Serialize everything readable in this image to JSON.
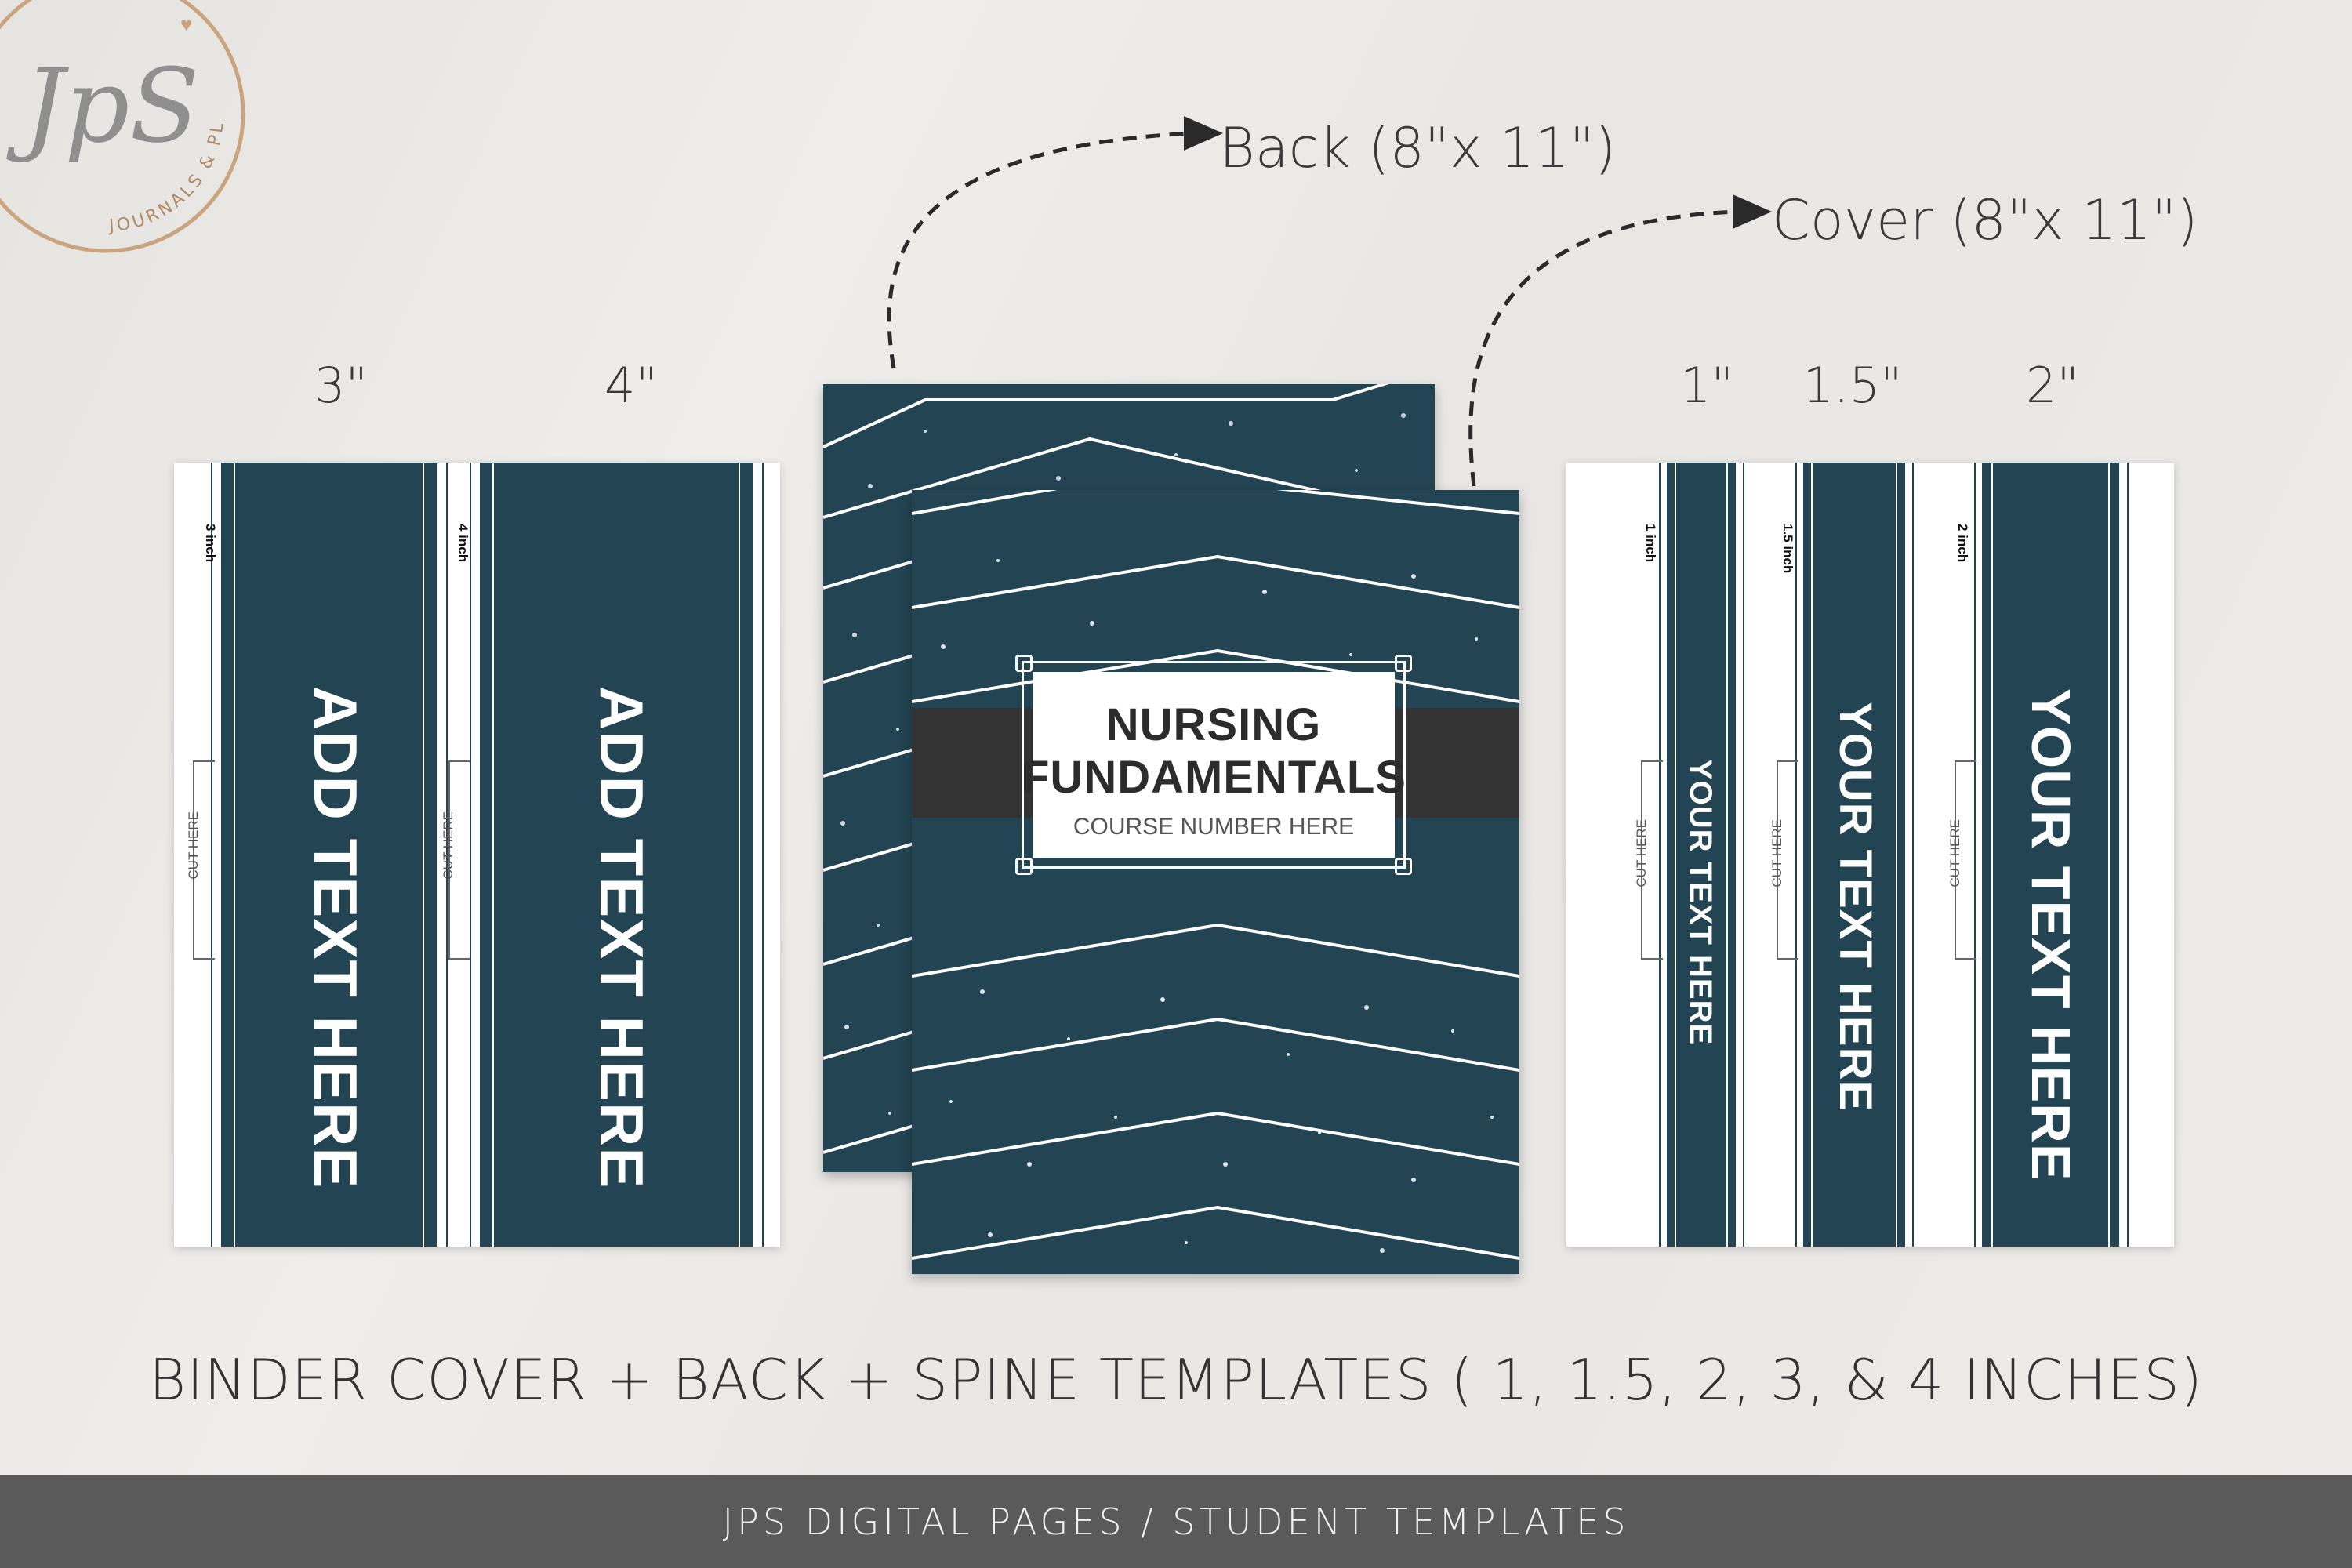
{
  "logo": {
    "monogram": "JpS",
    "ring_text": "JOURNALS & PLANNERS",
    "accent": "#c7a27a"
  },
  "arrows": {
    "back_label": "Back (8\"x 11\")",
    "cover_label": "Cover (8\"x 11\")"
  },
  "left_sizes": [
    "3\"",
    "4\""
  ],
  "right_sizes": [
    "1\"",
    "1.5\"",
    "2\""
  ],
  "left_panel": {
    "spines": [
      {
        "tab": "3 inch",
        "cut": "CUT HERE",
        "text": "ADD TEXT HERE"
      },
      {
        "tab": "4 inch",
        "cut": "CUT HERE",
        "text": "ADD TEXT HERE"
      }
    ]
  },
  "right_panel": {
    "spines": [
      {
        "tab": "1 inch",
        "cut": "CUT HERE",
        "text": "YOUR TEXT HERE"
      },
      {
        "tab": "1.5 inch",
        "cut": "CUT HERE",
        "text": "YOUR TEXT HERE"
      },
      {
        "tab": "2 inch",
        "cut": "CUT HERE",
        "text": "YOUR TEXT HERE"
      }
    ]
  },
  "cover": {
    "title_line1": "NURSING",
    "title_line2": "FUNDAMENTALS",
    "subtitle": "COURSE NUMBER HERE"
  },
  "caption": "BINDER COVER + BACK + SPINE TEMPLATES ( 1, 1.5, 2, 3, & 4 INCHES)",
  "footer": "JPS DIGITAL PAGES / STUDENT TEMPLATES",
  "colors": {
    "teal": "#234452",
    "band": "#333333",
    "footer": "#5a5a5a"
  }
}
